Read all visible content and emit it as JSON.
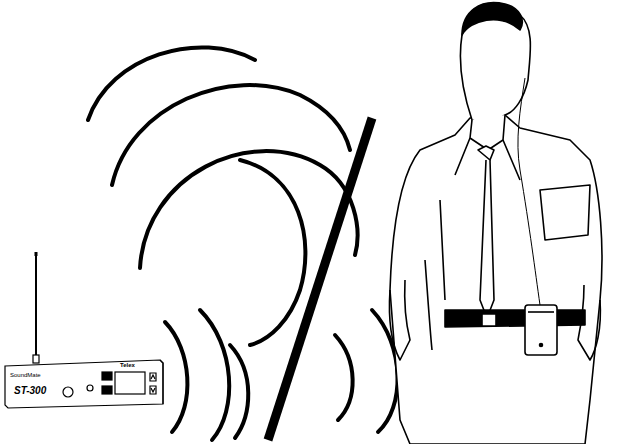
{
  "diagram": {
    "labels": [
      "SoundMate",
      "ST-300",
      "Telex"
    ]
  }
}
